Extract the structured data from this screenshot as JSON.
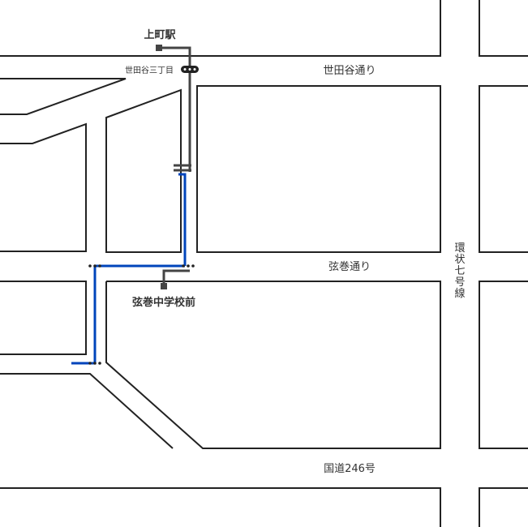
{
  "map": {
    "roads": {
      "setagaya_dori": "世田谷通り",
      "tsurumaki_dori": "弦巻通り",
      "kokudo_246": "国道246号",
      "kanjo7_chars": [
        "環",
        "状",
        "七",
        "号",
        "線"
      ]
    },
    "stations": {
      "kamimachi": "上町駅",
      "setagaya_sanchome": "世田谷三丁目",
      "tsurumaki_chugakko_mae": "弦巻中学校前"
    },
    "colors": {
      "background": "#ffffff",
      "block_outline": "#222222",
      "route_primary": "#0044bb",
      "route_secondary": "#444444",
      "label_text": "#333333"
    }
  }
}
